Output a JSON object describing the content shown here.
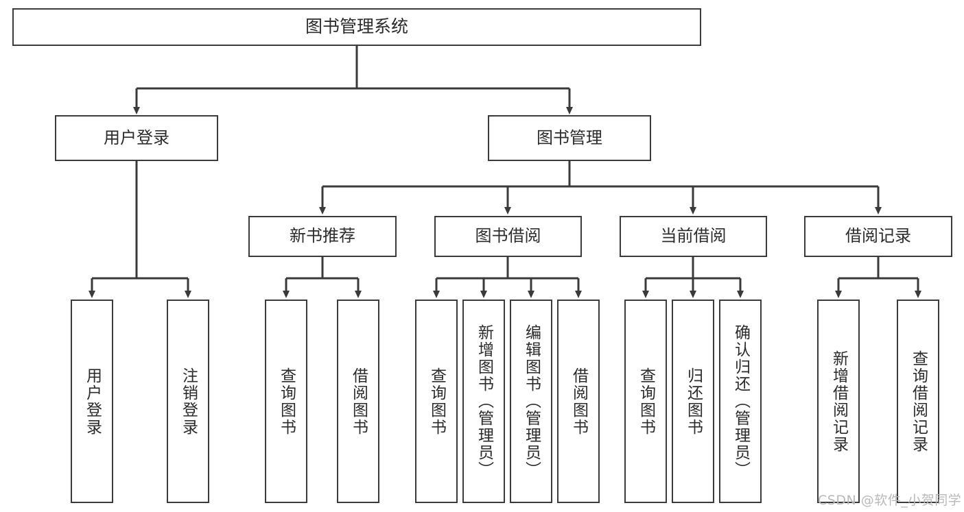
{
  "diagram": {
    "title": "图书管理系统",
    "type": "tree-hierarchy-diagram",
    "colors": {
      "box_border": "#3a3a3a",
      "box_fill": "#ffffff",
      "edge": "#3a3a3a",
      "text": "#2b2b2b",
      "watermark": "#b9b9b9"
    },
    "nodes": {
      "root": {
        "label": "图书管理系统"
      },
      "level2": [
        {
          "label": "用户登录"
        },
        {
          "label": "图书管理"
        }
      ],
      "level3": [
        {
          "label": "新书推荐"
        },
        {
          "label": "图书借阅"
        },
        {
          "label": "当前借阅"
        },
        {
          "label": "借阅记录"
        }
      ],
      "leaves": [
        {
          "label": "用户登录"
        },
        {
          "label": "注销登录"
        },
        {
          "label": "查询图书"
        },
        {
          "label": "借阅图书"
        },
        {
          "label": "查询图书"
        },
        {
          "label": "新增图书（管理员）"
        },
        {
          "label": "编辑图书（管理员）"
        },
        {
          "label": "借阅图书"
        },
        {
          "label": "查询图书"
        },
        {
          "label": "归还图书"
        },
        {
          "label": "确认归还（管理员）"
        },
        {
          "label": "新增借阅记录"
        },
        {
          "label": "查询借阅记录"
        }
      ]
    }
  },
  "watermark": {
    "text": "CSDN @软件_小贺同学"
  }
}
